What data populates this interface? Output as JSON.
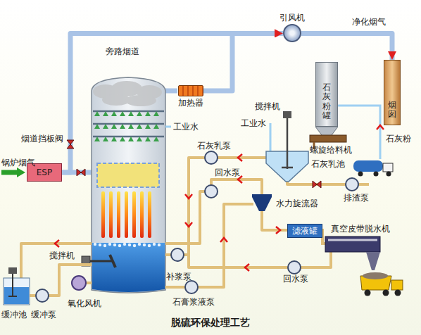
{
  "diagram": {
    "caption": "脱硫环保处理工艺",
    "nodes": [
      {
        "text": [
          "ESP"
        ]
      },
      {
        "text": [
          "加热器"
        ]
      },
      {
        "text": [
          "引风机"
        ]
      },
      {
        "text": [
          "烟囱"
        ]
      },
      {
        "text": [
          "石灰粉罐"
        ]
      },
      {
        "text": [
          "滤液罐"
        ]
      }
    ],
    "edges": [
      {
        "from": 0,
        "to": 2,
        "arrow": "to"
      },
      {
        "from": 1,
        "to": 2,
        "arrow": "to"
      },
      {
        "from": 2,
        "to": 3,
        "arrow": "to"
      }
    ],
    "labels": [
      "锅炉烟气",
      "烟道挡板阀",
      "旁路烟道",
      "工业水",
      "净化烟气",
      "搅拌机",
      "工业水",
      "石灰粉",
      "螺旋给料机",
      "石灰乳泵",
      "石灰乳池",
      "排渣泵",
      "回水泵",
      "水力旋流器",
      "真空皮带脱水机",
      "补浆泵",
      "回水泵",
      "石膏浆液泵",
      "搅拌机",
      "氧化风机",
      "缓冲池",
      "缓冲泵"
    ]
  }
}
